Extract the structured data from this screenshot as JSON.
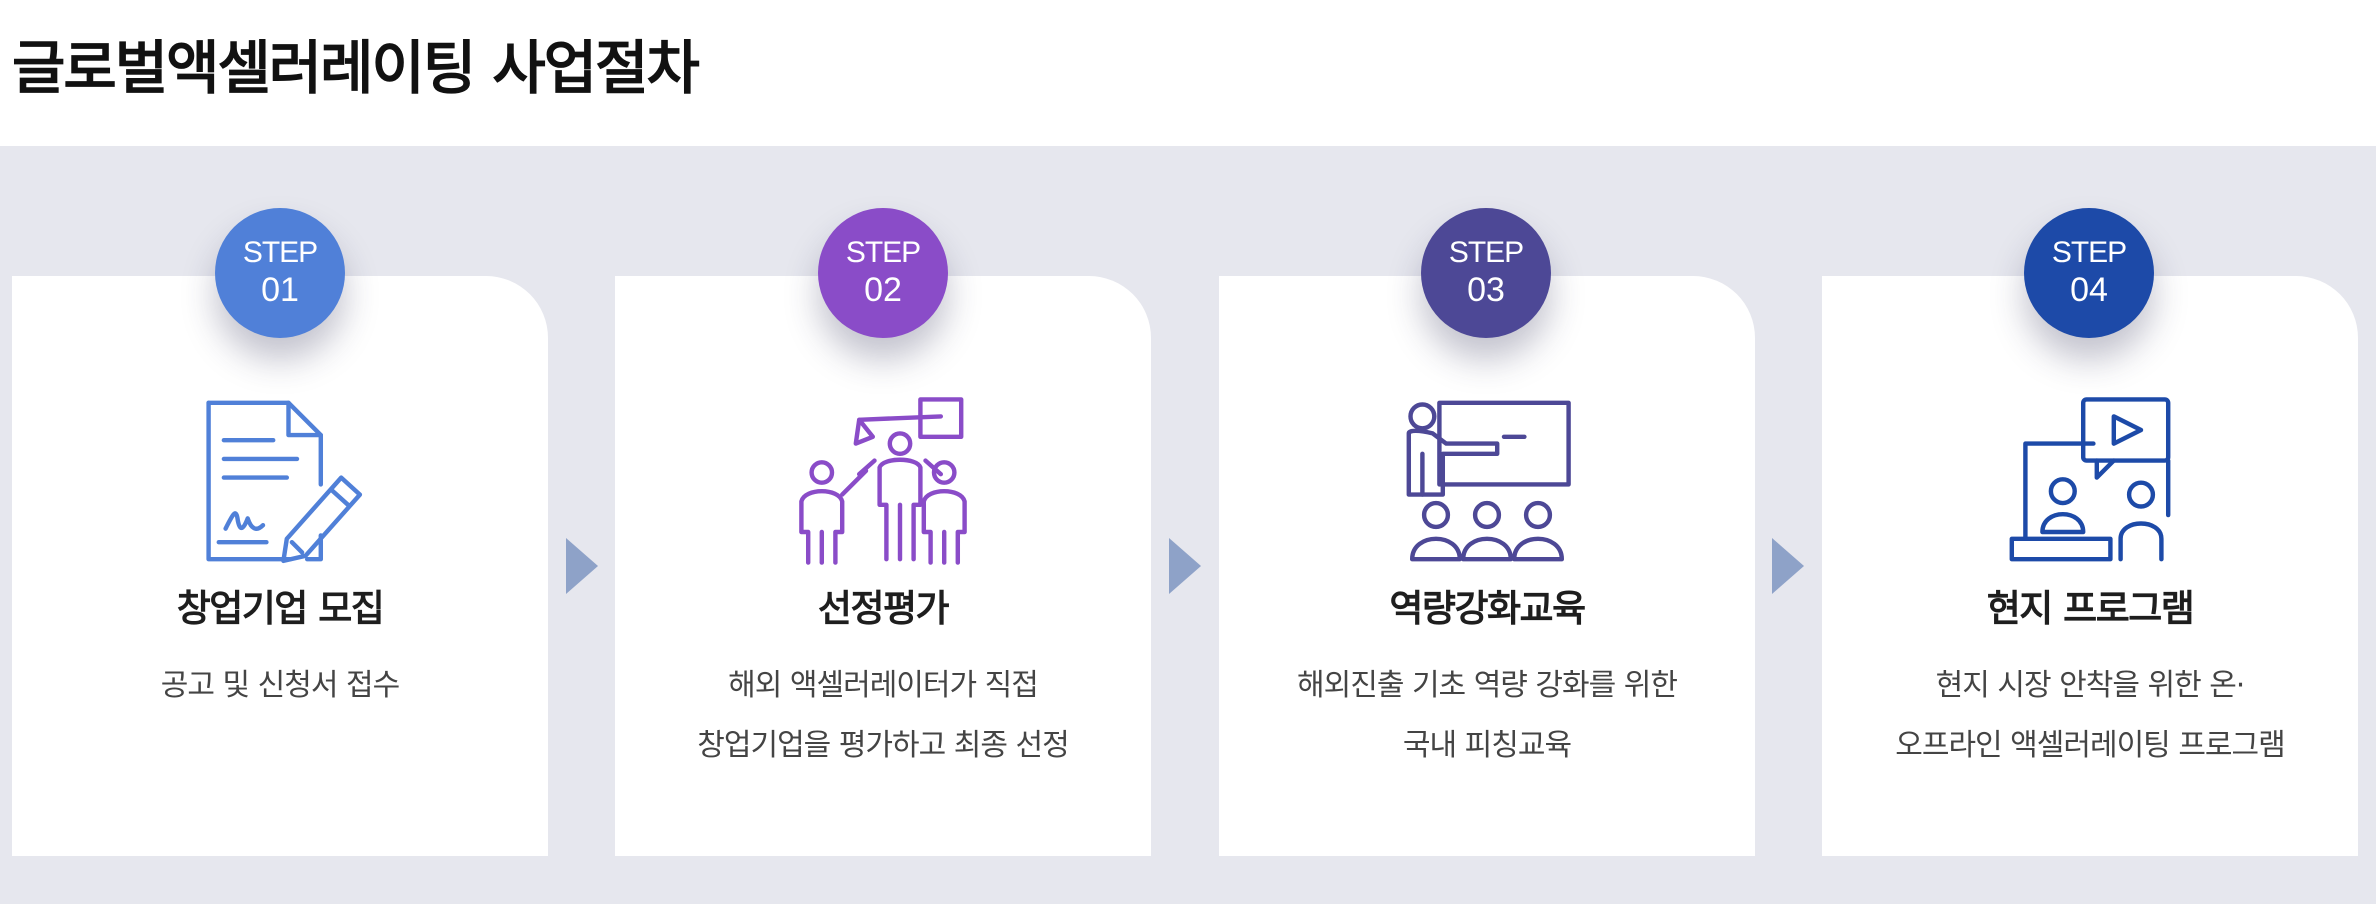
{
  "page": {
    "title": "글로벌액셀러레이팅 사업절차"
  },
  "steps": [
    {
      "step_label": "STEP",
      "number": "01",
      "color": "#5080d8",
      "icon": "document-signing-icon",
      "title": "창업기업 모집",
      "desc": [
        "공고 및 신청서 접수"
      ]
    },
    {
      "step_label": "STEP",
      "number": "02",
      "color": "#8a4cc8",
      "icon": "group-selection-icon",
      "title": "선정평가",
      "desc": [
        "해외 액셀러레이터가 직접",
        "창업기업을 평가하고 최종 선정"
      ]
    },
    {
      "step_label": "STEP",
      "number": "03",
      "color": "#4d4896",
      "icon": "classroom-presentation-icon",
      "title": "역량강화교육",
      "desc": [
        "해외진출 기초 역량 강화를 위한",
        "국내 피칭교육"
      ]
    },
    {
      "step_label": "STEP",
      "number": "04",
      "color": "#1d4aa8",
      "icon": "online-video-program-icon",
      "title": "현지 프로그램",
      "desc": [
        "현지 시장 안착을 위한 온·",
        "오프라인 액셀러레이팅 프로그램"
      ]
    }
  ],
  "colors": {
    "panel_background": "#e6e7ee",
    "arrow": "#8ea2c8"
  }
}
